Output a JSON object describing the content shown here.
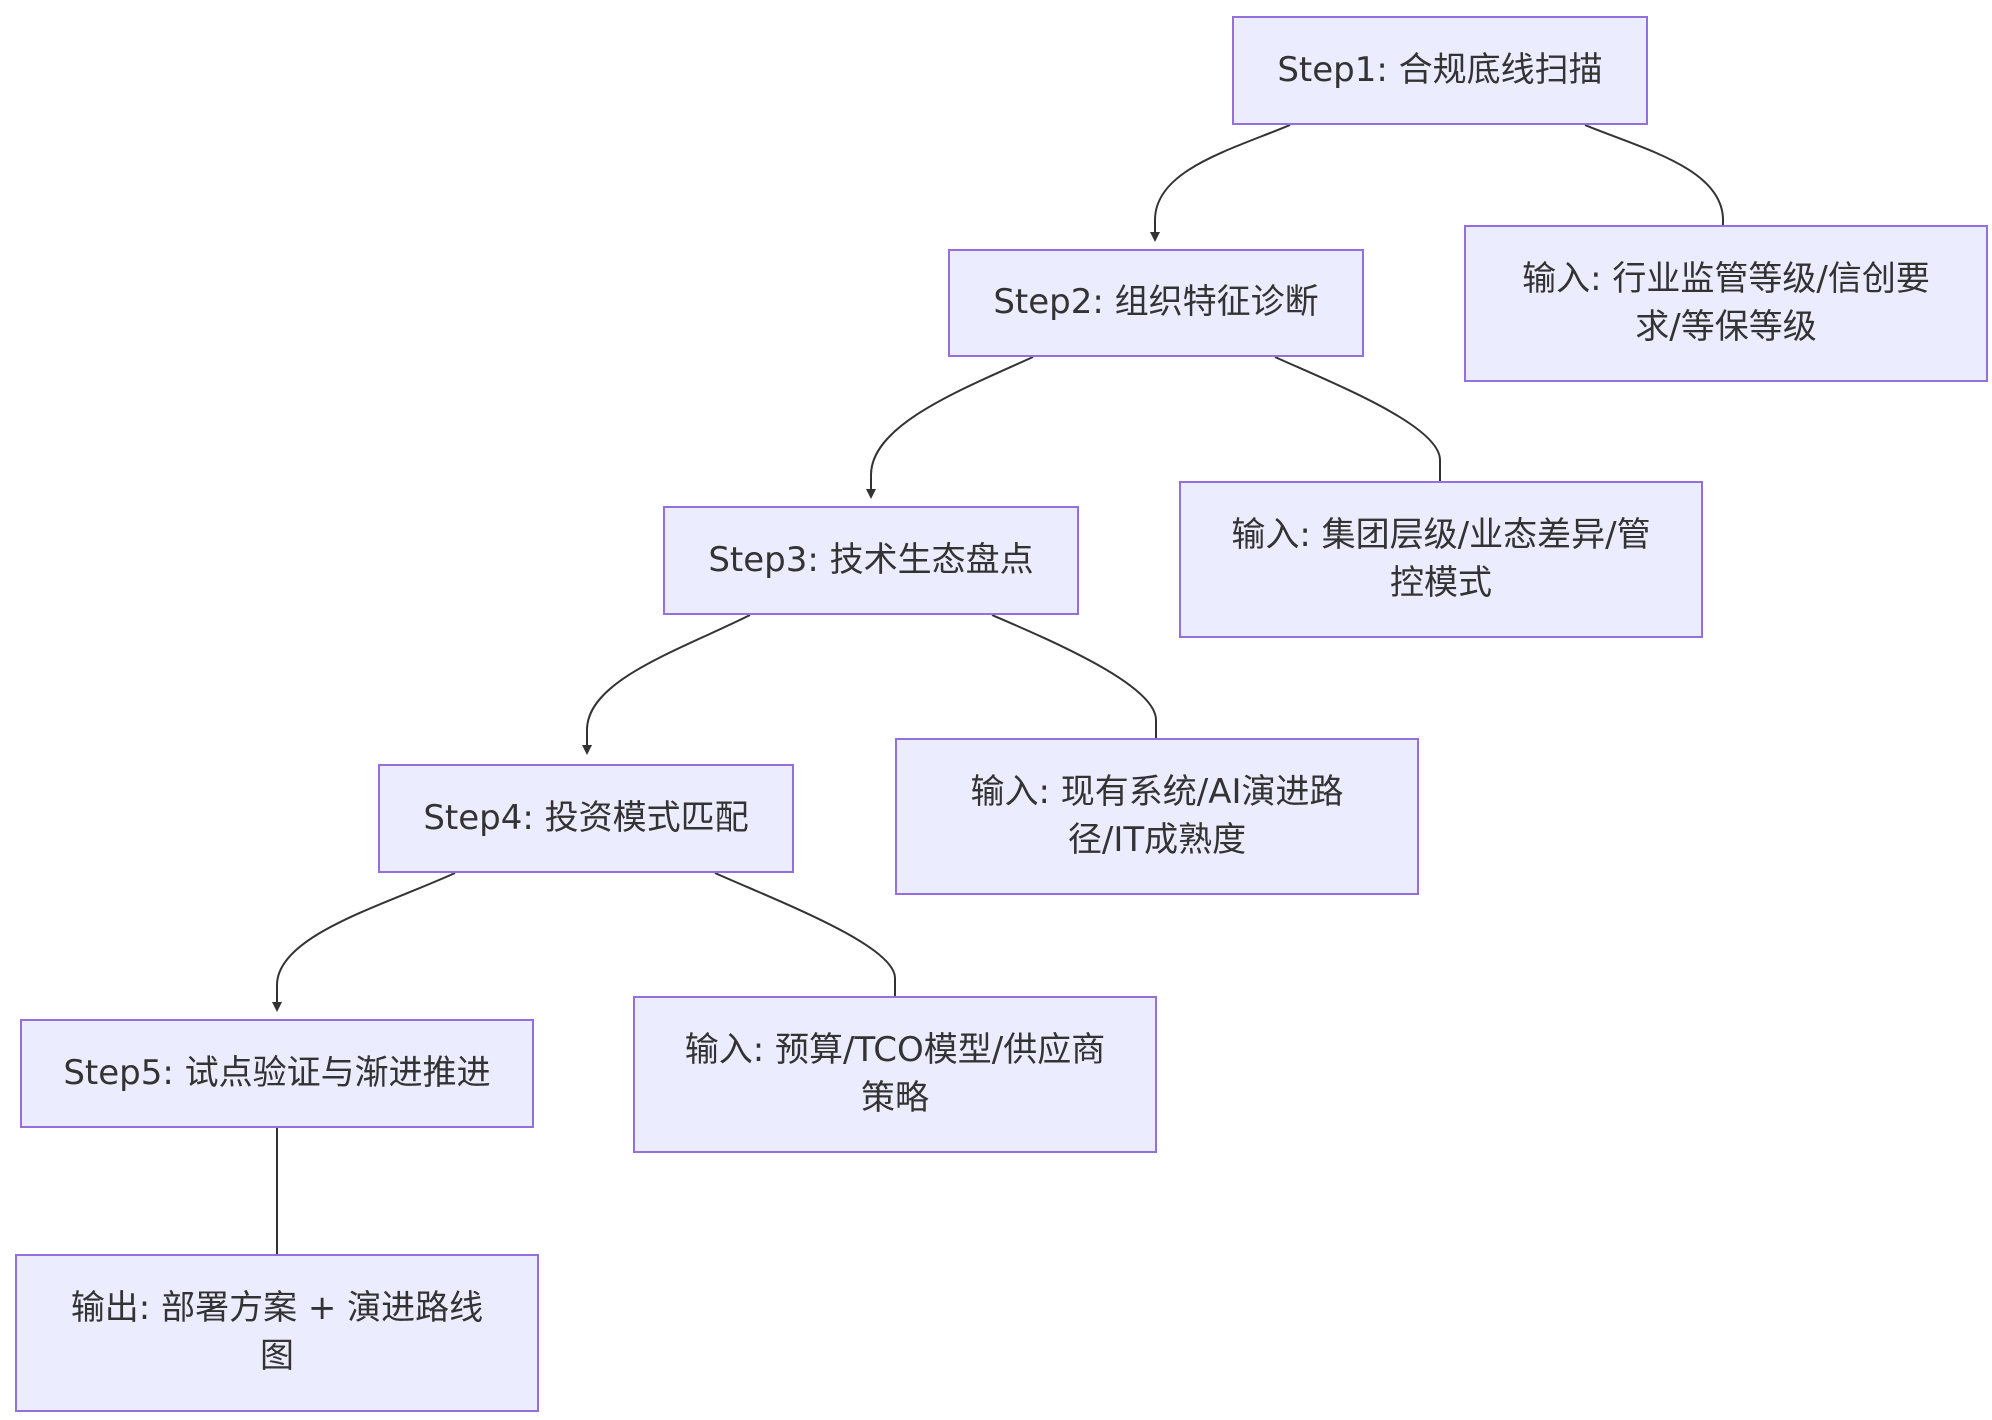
{
  "diagram": {
    "nodes": [
      {
        "id": "step1",
        "label": "Step1: 合规底线扫描"
      },
      {
        "id": "input1",
        "label": "输入: 行业监管等级/信创要求/等保等级"
      },
      {
        "id": "step2",
        "label": "Step2: 组织特征诊断"
      },
      {
        "id": "input2",
        "label": "输入: 集团层级/业态差异/管控模式"
      },
      {
        "id": "step3",
        "label": "Step3: 技术生态盘点"
      },
      {
        "id": "input3",
        "label": "输入: 现有系统/AI演进路径/IT成熟度"
      },
      {
        "id": "step4",
        "label": "Step4: 投资模式匹配"
      },
      {
        "id": "input4",
        "label": "输入: 预算/TCO模型/供应商策略"
      },
      {
        "id": "step5",
        "label": "Step5: 试点验证与渐进推进"
      },
      {
        "id": "output",
        "label": "输出: 部署方案 + 演进路线图"
      }
    ],
    "edges": [
      {
        "from": "step1",
        "to": "step2",
        "arrow": true
      },
      {
        "from": "step1",
        "to": "input1",
        "arrow": false
      },
      {
        "from": "step2",
        "to": "step3",
        "arrow": true
      },
      {
        "from": "step2",
        "to": "input2",
        "arrow": false
      },
      {
        "from": "step3",
        "to": "step4",
        "arrow": true
      },
      {
        "from": "step3",
        "to": "input3",
        "arrow": false
      },
      {
        "from": "step4",
        "to": "step5",
        "arrow": true
      },
      {
        "from": "step4",
        "to": "input4",
        "arrow": false
      },
      {
        "from": "step5",
        "to": "output",
        "arrow": false
      }
    ],
    "colors": {
      "node_fill": "#ececff",
      "node_border": "#9370db",
      "text": "#333333",
      "edge": "#333333"
    }
  }
}
